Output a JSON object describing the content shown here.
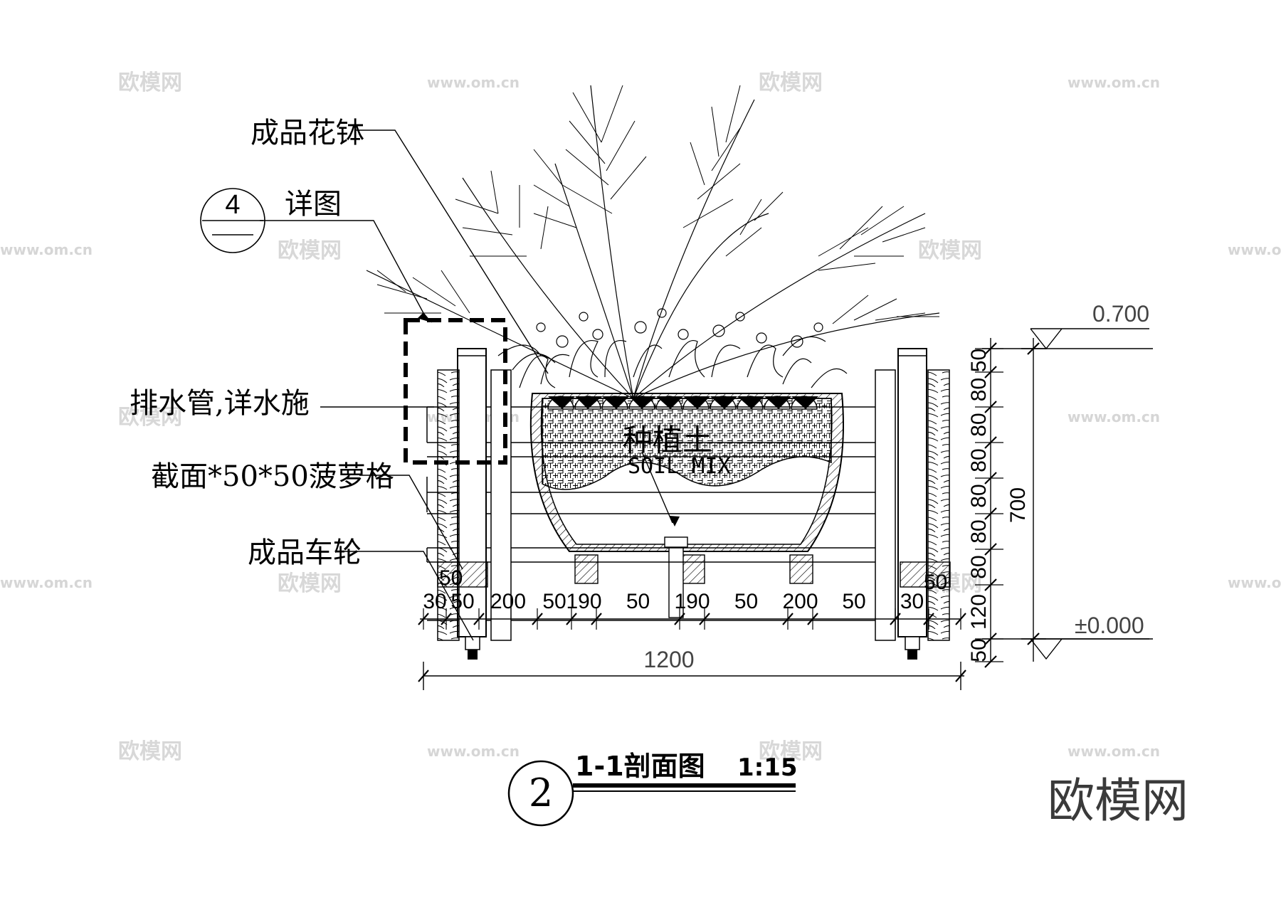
{
  "labels": {
    "finished_pot": "成品花钵",
    "detail": "详图",
    "drain_pipe": "排水管,详水施",
    "section_lattice": "截面*50*50菠萝格",
    "caster": "成品车轮",
    "soil_cn": "种植土",
    "soil_en": "SOIL MIX"
  },
  "detail_ref": {
    "number": "4"
  },
  "section_ref": {
    "number": "2",
    "title": "1-1剖面图",
    "scale": "1:15"
  },
  "elevations": {
    "top": "0.700",
    "base": "±0.000"
  },
  "dimensions": {
    "horizontal": [
      "30",
      "50",
      "200",
      "50",
      "190",
      "50",
      "190",
      "50",
      "200",
      "50",
      "30"
    ],
    "overall_width": "1200",
    "vertical": [
      "50",
      "80",
      "80",
      "80",
      "80",
      "80",
      "80",
      "120",
      "50"
    ],
    "overall_height": "700",
    "corner_left": "50",
    "corner_right": "50"
  },
  "watermarks": {
    "brand": "欧模网",
    "site": "www.om.cn"
  }
}
